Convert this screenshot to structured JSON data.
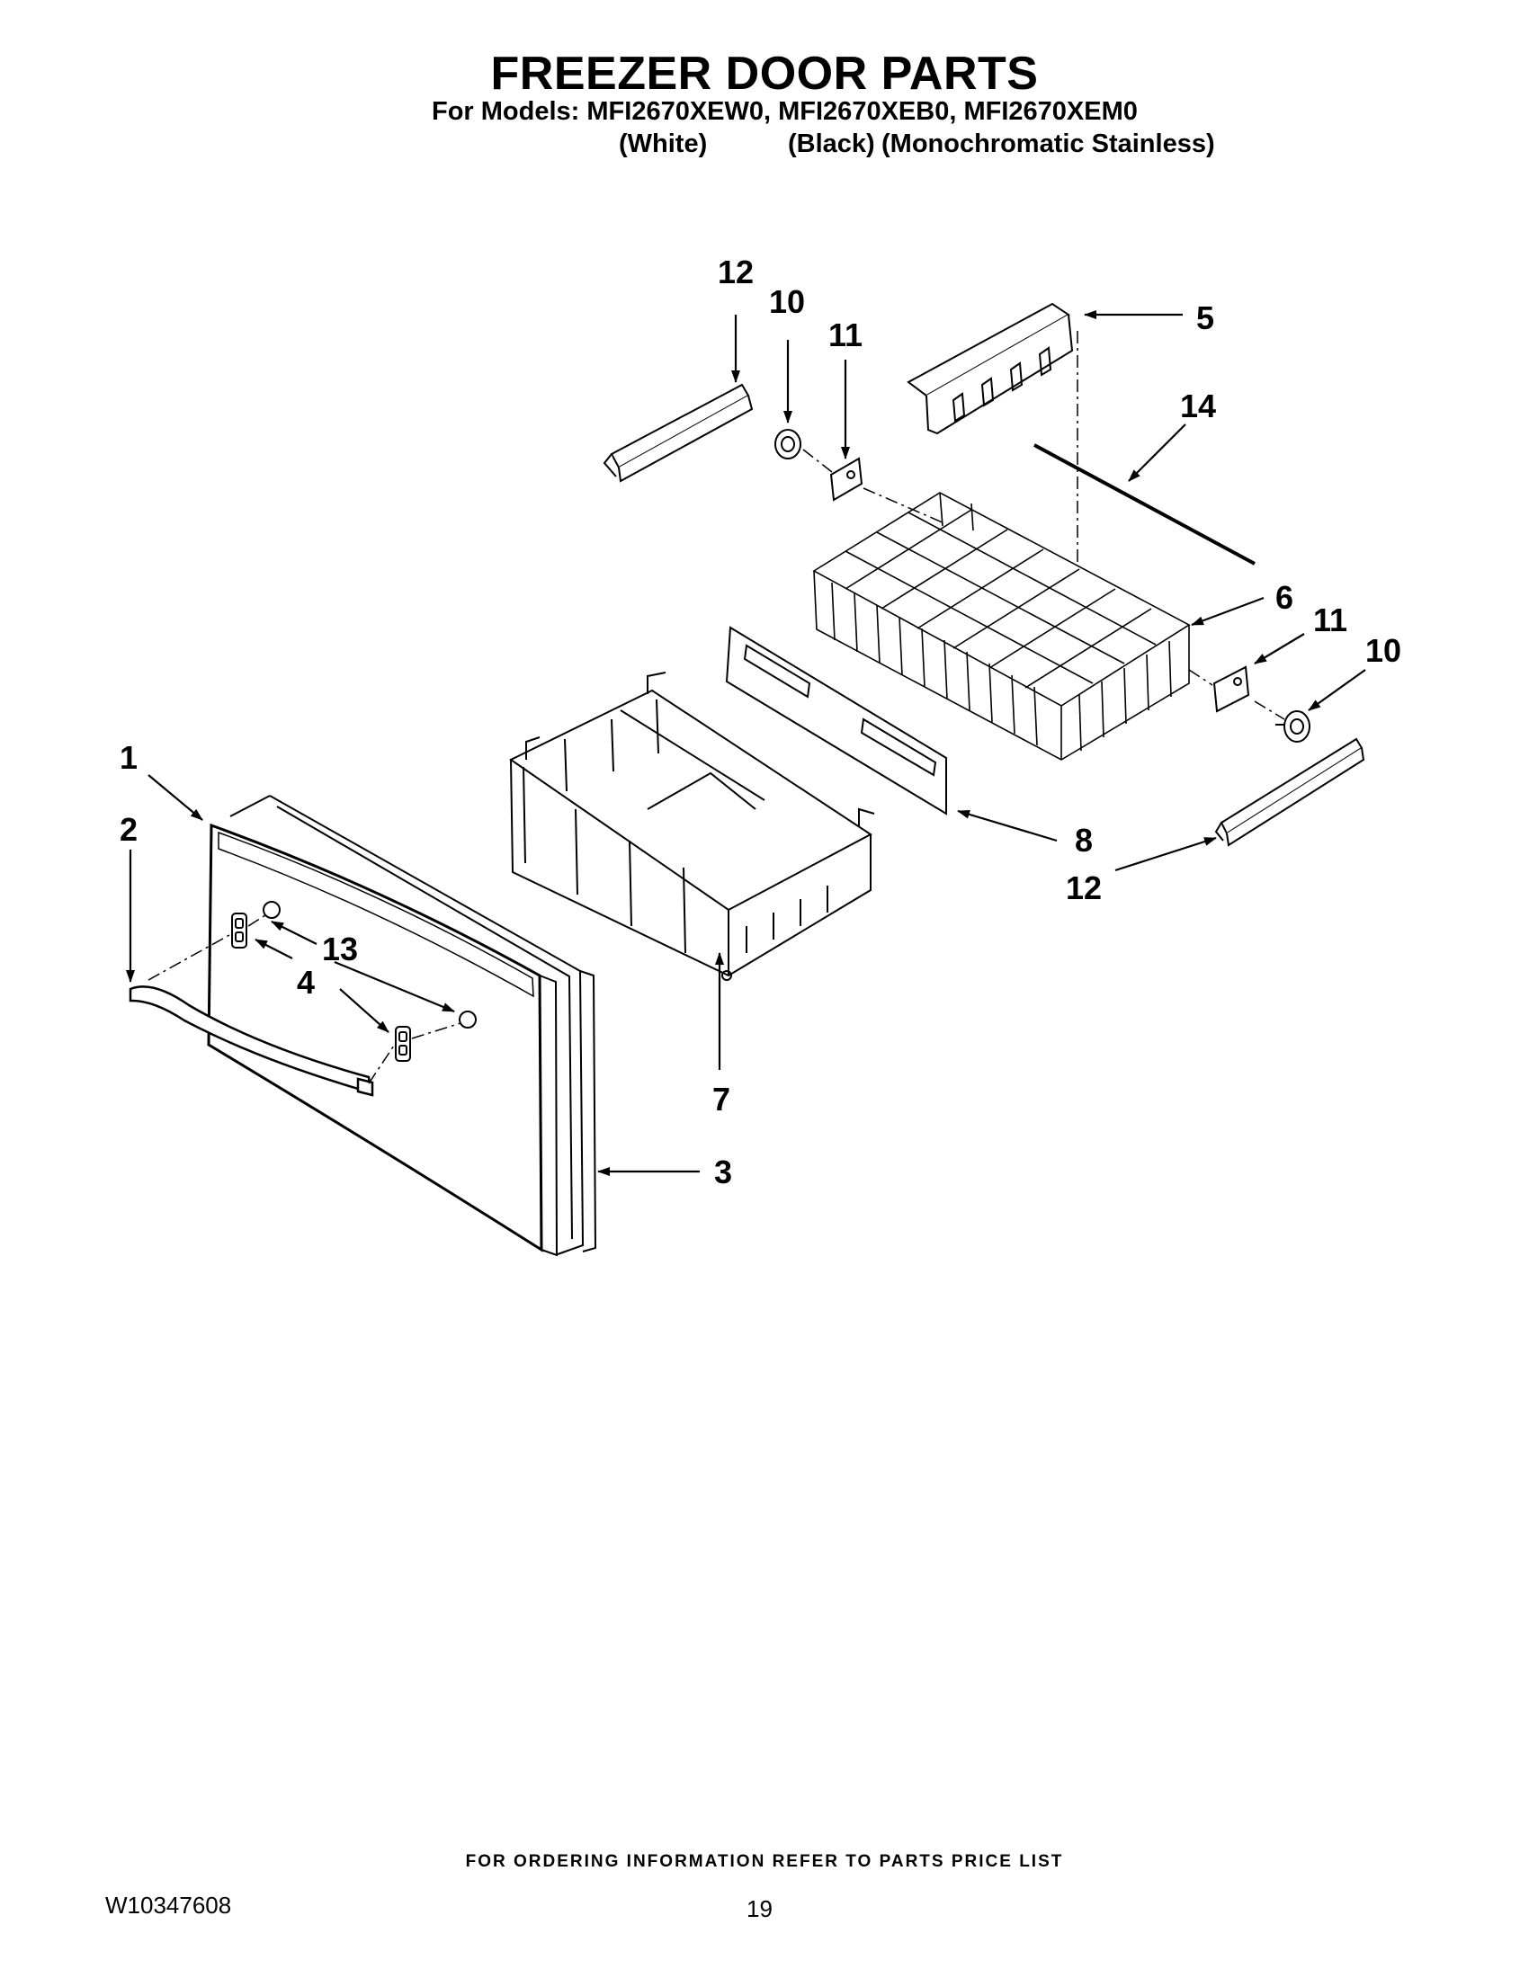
{
  "header": {
    "title": "FREEZER DOOR PARTS",
    "models_line": "For Models: MFI2670XEW0, MFI2670XEB0, MFI2670XEM0",
    "color_white": "(White)",
    "color_black": "(Black)",
    "color_stainless": "(Monochromatic Stainless)"
  },
  "callouts": {
    "c1": "1",
    "c2": "2",
    "c3": "3",
    "c4": "4",
    "c5": "5",
    "c6": "6",
    "c7": "7",
    "c8": "8",
    "c10a": "10",
    "c10b": "10",
    "c11a": "11",
    "c11b": "11",
    "c12a": "12",
    "c12b": "12",
    "c13": "13",
    "c14": "14"
  },
  "footer": {
    "ordering_note": "FOR ORDERING INFORMATION REFER TO PARTS PRICE LIST",
    "doc_number": "W10347608",
    "page_number": "19"
  }
}
